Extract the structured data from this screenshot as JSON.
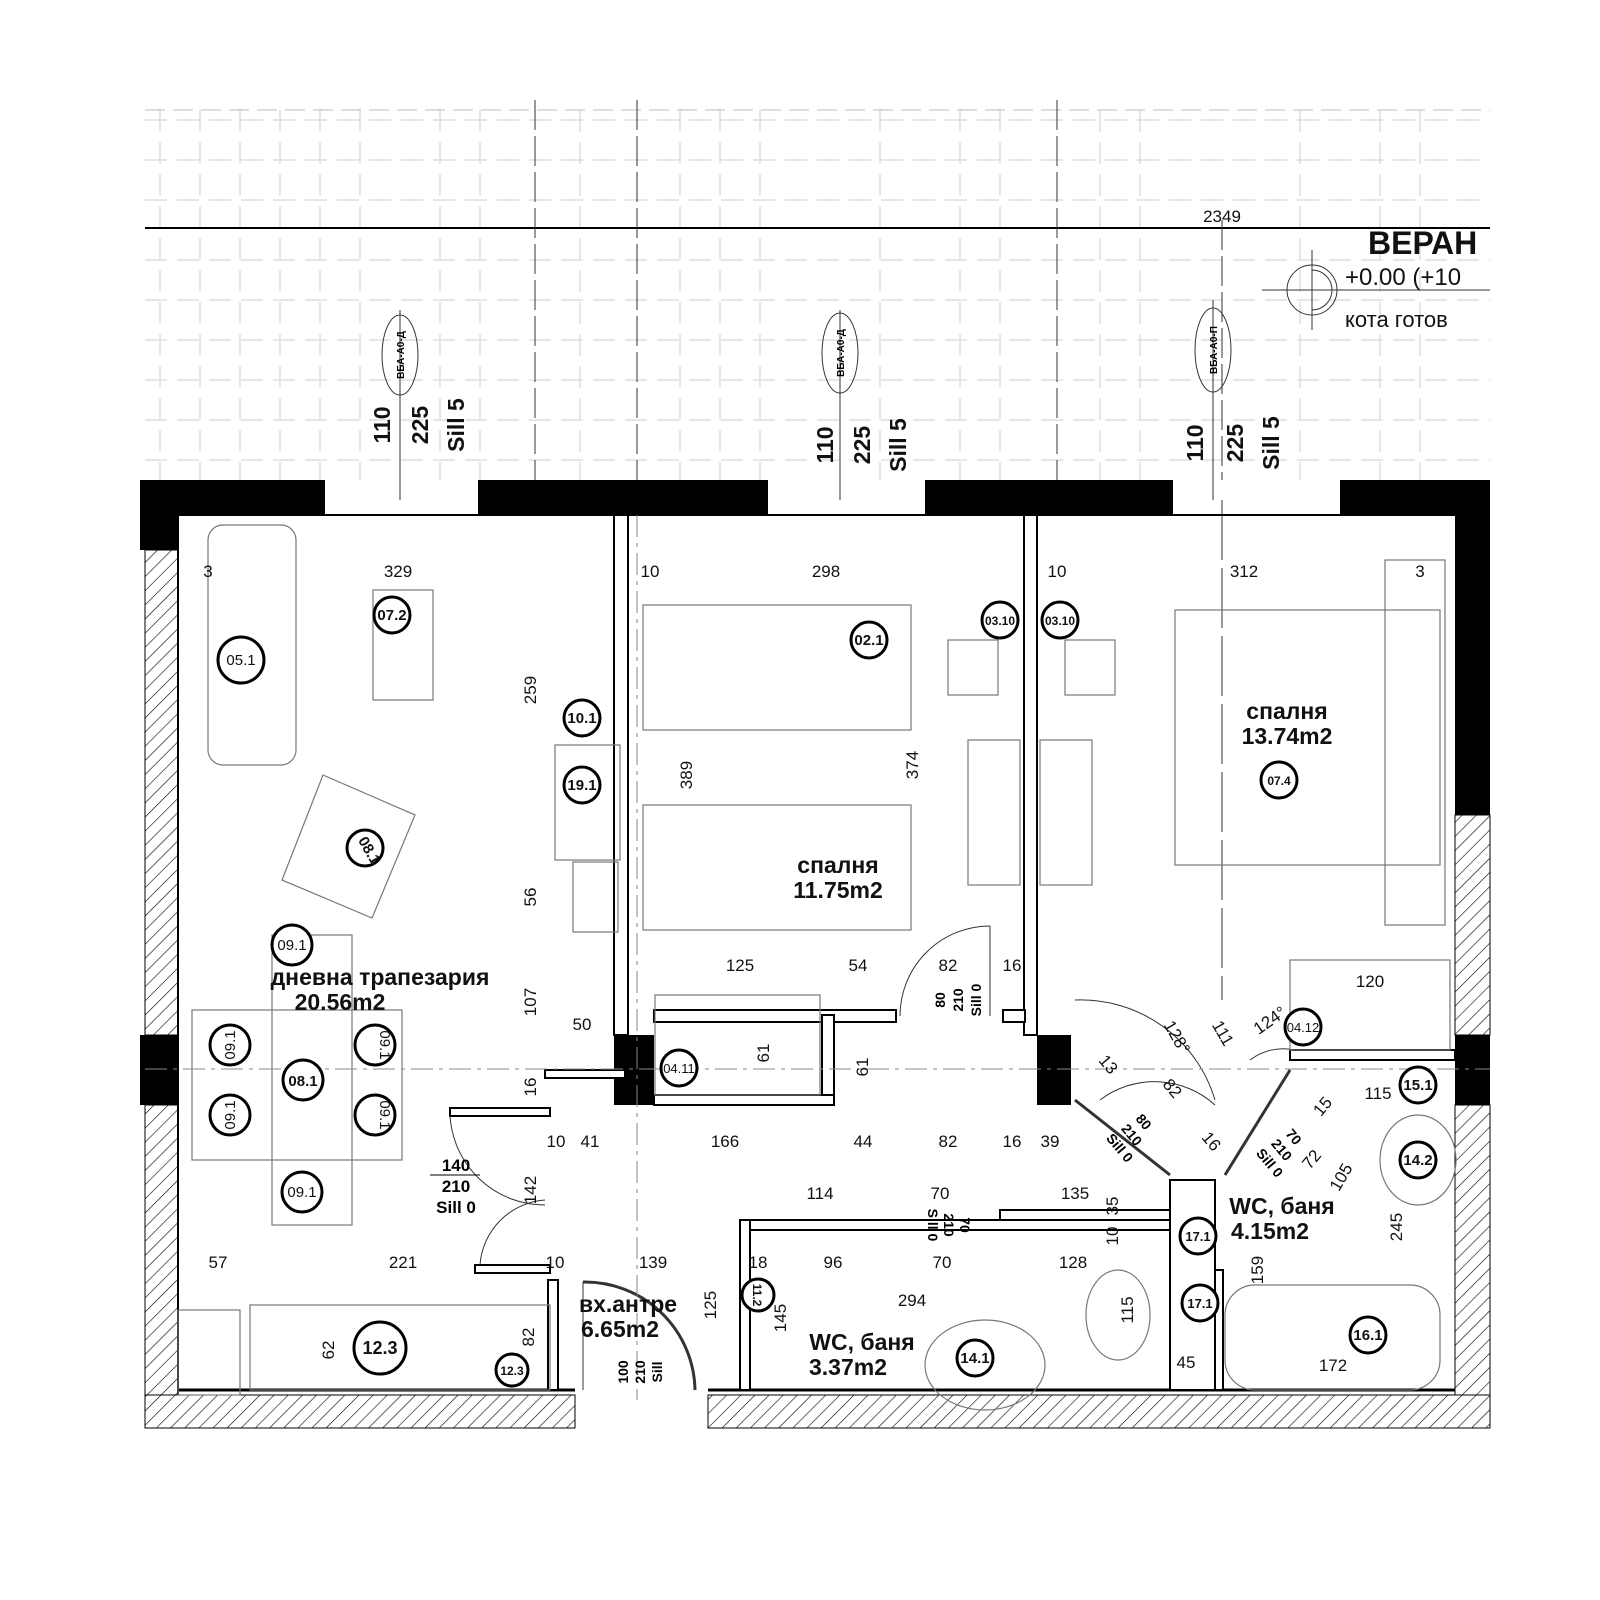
{
  "header": {
    "overall_dimension": "2349",
    "veranda_title": "ВЕРАН",
    "level_value": "+0.00 (+10",
    "level_note": "кота готов"
  },
  "windows": [
    {
      "tag": "ВБА-А0-Д",
      "width": "110",
      "height": "225",
      "sill": "Sill 5"
    },
    {
      "tag": "ВБА-А0-Д",
      "width": "110",
      "height": "225",
      "sill": "Sill 5"
    },
    {
      "tag": "ВБА-А0-П",
      "width": "110",
      "height": "225",
      "sill": "Sill 5"
    }
  ],
  "rooms": [
    {
      "name": "дневна трапезария",
      "area": "20.56m2"
    },
    {
      "name": "спалня",
      "area": "11.75m2"
    },
    {
      "name": "спалня",
      "area": "13.74m2"
    },
    {
      "name": "вх.антре",
      "area": "6.65m2"
    },
    {
      "name": "WC, баня",
      "area": "3.37m2"
    },
    {
      "name": "WC, баня",
      "area": "4.15m2"
    }
  ],
  "doors": [
    {
      "width": "80",
      "height": "210",
      "sill": "Sill 0"
    },
    {
      "width": "140",
      "height": "210",
      "sill": "Sill 0"
    },
    {
      "width": "70",
      "height": "210",
      "sill": "Sill 0"
    },
    {
      "width": "80",
      "height": "210",
      "sill": "Sill 0"
    },
    {
      "width": "70",
      "height": "210",
      "sill": "Sill 0"
    },
    {
      "width": "100",
      "height": "210",
      "sill": "Sill"
    }
  ],
  "dims": [
    "3",
    "329",
    "10",
    "298",
    "10",
    "312",
    "3",
    "259",
    "56",
    "107",
    "16",
    "142",
    "389",
    "374",
    "61",
    "61",
    "125",
    "145",
    "115",
    "62",
    "82",
    "245",
    "159",
    "105",
    "125",
    "54",
    "82",
    "16",
    "120",
    "50",
    "10",
    "41",
    "166",
    "44",
    "82",
    "16",
    "39",
    "114",
    "70",
    "135",
    "35",
    "10",
    "57",
    "221",
    "10",
    "139",
    "18",
    "96",
    "70",
    "128",
    "294",
    "172",
    "45",
    "115",
    "124°",
    "128°",
    "111",
    "13",
    "82",
    "15",
    "72",
    "16"
  ],
  "tags": [
    "05.1",
    "07.2",
    "02.1",
    "03.10",
    "03.10",
    "07.4",
    "10.1",
    "19.1",
    "08.1",
    "09.1",
    "09.1",
    "09.1",
    "09.1",
    "09.1",
    "09.1",
    "08.1",
    "04.11",
    "04.12",
    "15.1",
    "14.2",
    "17.1",
    "17.1",
    "14.1",
    "16.1",
    "12.3",
    "12.3",
    "11.2"
  ]
}
